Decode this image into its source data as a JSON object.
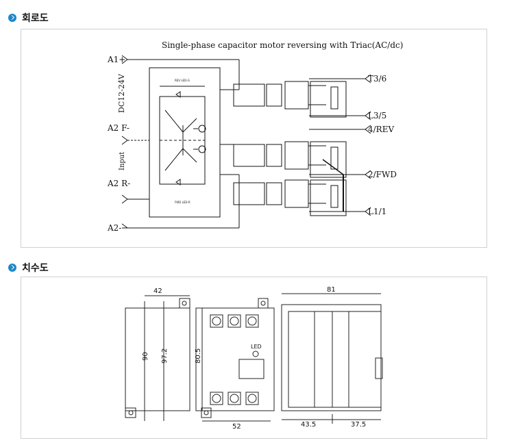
{
  "sections": [
    {
      "title": "회로도"
    },
    {
      "title": "치수도"
    }
  ],
  "circuit": {
    "title": "Single-phase capacitor motor reversing with Triac(AC/dc)",
    "left_labels": {
      "a1": "A1+",
      "a2f": "A2 F-",
      "a2r": "A2 R-",
      "a2": "A2-",
      "dc": "DC12-24V",
      "input": "Input"
    },
    "right_labels": {
      "t3": "T3/6",
      "l3": "L3/5",
      "rev": "4/REV",
      "fwd": "2/FWD",
      "l1": "L1/1"
    },
    "led_top": "REV LED-G",
    "led_bottom": "FWD LED-R"
  },
  "dimensions": {
    "w42": "42",
    "h90": "90",
    "h97": "97.2",
    "h80": "80.5",
    "w52": "52",
    "led": "LED",
    "w81": "81",
    "w43": "43.5",
    "w37": "37.5"
  }
}
